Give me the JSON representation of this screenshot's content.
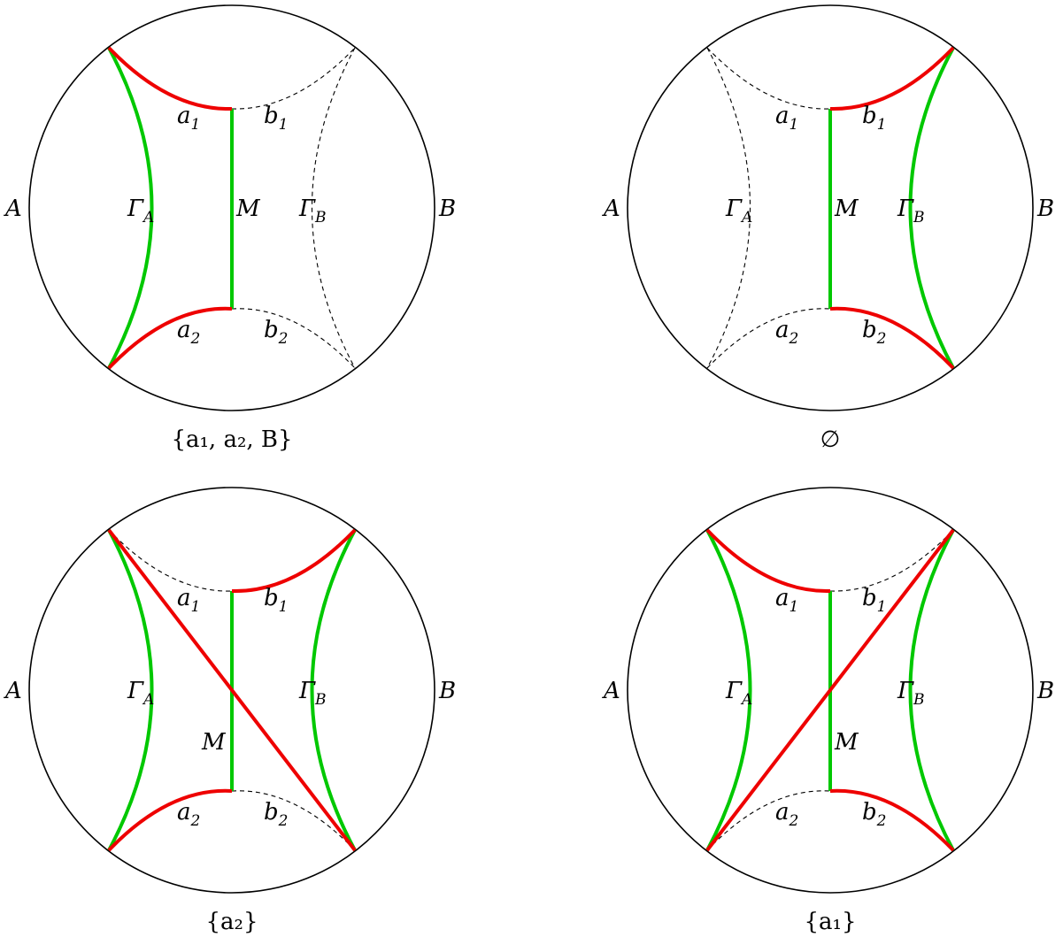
{
  "labels": {
    "A": "A",
    "B": "B",
    "M": "M",
    "a1": {
      "base": "a",
      "sub": "1"
    },
    "a2": {
      "base": "a",
      "sub": "2"
    },
    "b1": {
      "base": "b",
      "sub": "1"
    },
    "b2": {
      "base": "b",
      "sub": "2"
    },
    "GammaA": {
      "base": "Γ",
      "sub": "A"
    },
    "GammaB": {
      "base": "Γ",
      "sub": "B"
    }
  },
  "colors": {
    "boundary": "#000000",
    "green": "#00c800",
    "red": "#ee0000"
  },
  "panels": [
    {
      "caption": "{a₁, a₂, B}",
      "red": [
        "a1",
        "a2"
      ],
      "green": [
        "GA",
        "M"
      ],
      "dashed": [
        "b1",
        "b2",
        "GB"
      ],
      "diagonal": "none"
    },
    {
      "caption": "∅",
      "red": [
        "b1",
        "b2"
      ],
      "green": [
        "GB",
        "M"
      ],
      "dashed": [
        "a1",
        "a2",
        "GA"
      ],
      "diagonal": "none"
    },
    {
      "caption": "{a₂}",
      "red": [
        "b1",
        "a2"
      ],
      "green": [
        "GA",
        "GB",
        "M"
      ],
      "dashed": [
        "a1",
        "b2"
      ],
      "diagonal": "down"
    },
    {
      "caption": "{a₁}",
      "red": [
        "a1",
        "b2"
      ],
      "green": [
        "GA",
        "GB",
        "M"
      ],
      "dashed": [
        "b1",
        "a2"
      ],
      "diagonal": "up"
    }
  ]
}
